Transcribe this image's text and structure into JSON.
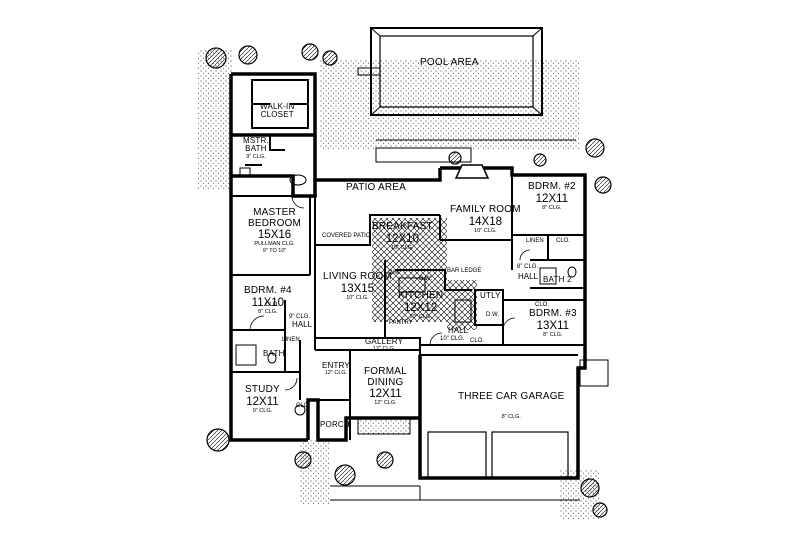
{
  "rooms": {
    "pool": {
      "name": "POOL AREA"
    },
    "walkin": {
      "name1": "WALK-IN",
      "name2": "CLOSET"
    },
    "mstr_bath": {
      "name1": "MSTR.",
      "name2": "BATH",
      "clg": "9\" CLG."
    },
    "patio": {
      "name": "PATIO AREA"
    },
    "master": {
      "name1": "MASTER",
      "name2": "BEDROOM",
      "dims": "15X16",
      "clg1": "PULLMAN CLG.",
      "clg2": "9\" TO 10\""
    },
    "covered_patio": {
      "name": "COVERED PATIO"
    },
    "breakfast": {
      "name": "BREAKFAST",
      "dims": "12X10",
      "clg": "10\" CLG."
    },
    "family": {
      "name": "FAMILY ROOM",
      "dims": "14X18",
      "clg": "10\" CLG."
    },
    "bdrm2": {
      "name": "BDRM. #2",
      "dims": "12X11",
      "clg": "8\" CLG."
    },
    "living": {
      "name": "LIVING ROOM",
      "dims": "13X15",
      "clg": "10\" CLG."
    },
    "kitchen": {
      "name": "KITCHEN",
      "dims": "12X12",
      "clg": "10\" CLG."
    },
    "bdrm4": {
      "name": "BDRM. #4",
      "dims": "11X10",
      "clg": "8\" CLG."
    },
    "bdrm3": {
      "name": "BDRM. #3",
      "dims": "13X11",
      "clg": "8\" CLG."
    },
    "utly": {
      "name": "UTLY"
    },
    "bath2": {
      "name": "BATH 2"
    },
    "bath": {
      "name": "BATH"
    },
    "gallery": {
      "name": "GALLERY",
      "clg": "12\" CLG."
    },
    "entry": {
      "name": "ENTRY",
      "clg": "12\" CLG."
    },
    "formal": {
      "name1": "FORMAL",
      "name2": "DINING",
      "dims": "12X11",
      "clg": "12\" CLG."
    },
    "study": {
      "name": "STUDY",
      "dims": "12X11",
      "clg": "9\" CLG."
    },
    "garage": {
      "name": "THREE CAR GARAGE",
      "clg": "8\" CLG."
    },
    "porch": {
      "name": "PORCH"
    }
  },
  "notes": {
    "linen": "LINEN",
    "clo": "CLO.",
    "hall": "HALL",
    "hall_clg": "9\" CLG.",
    "bar_ledge": "BAR LEDGE",
    "dw": "D.W.",
    "ovm": "O/M",
    "pantry": "PANTRY",
    "hall_right_clg": "8\" CLG.",
    "hall_kitchen_clg": "10\" CLG."
  }
}
